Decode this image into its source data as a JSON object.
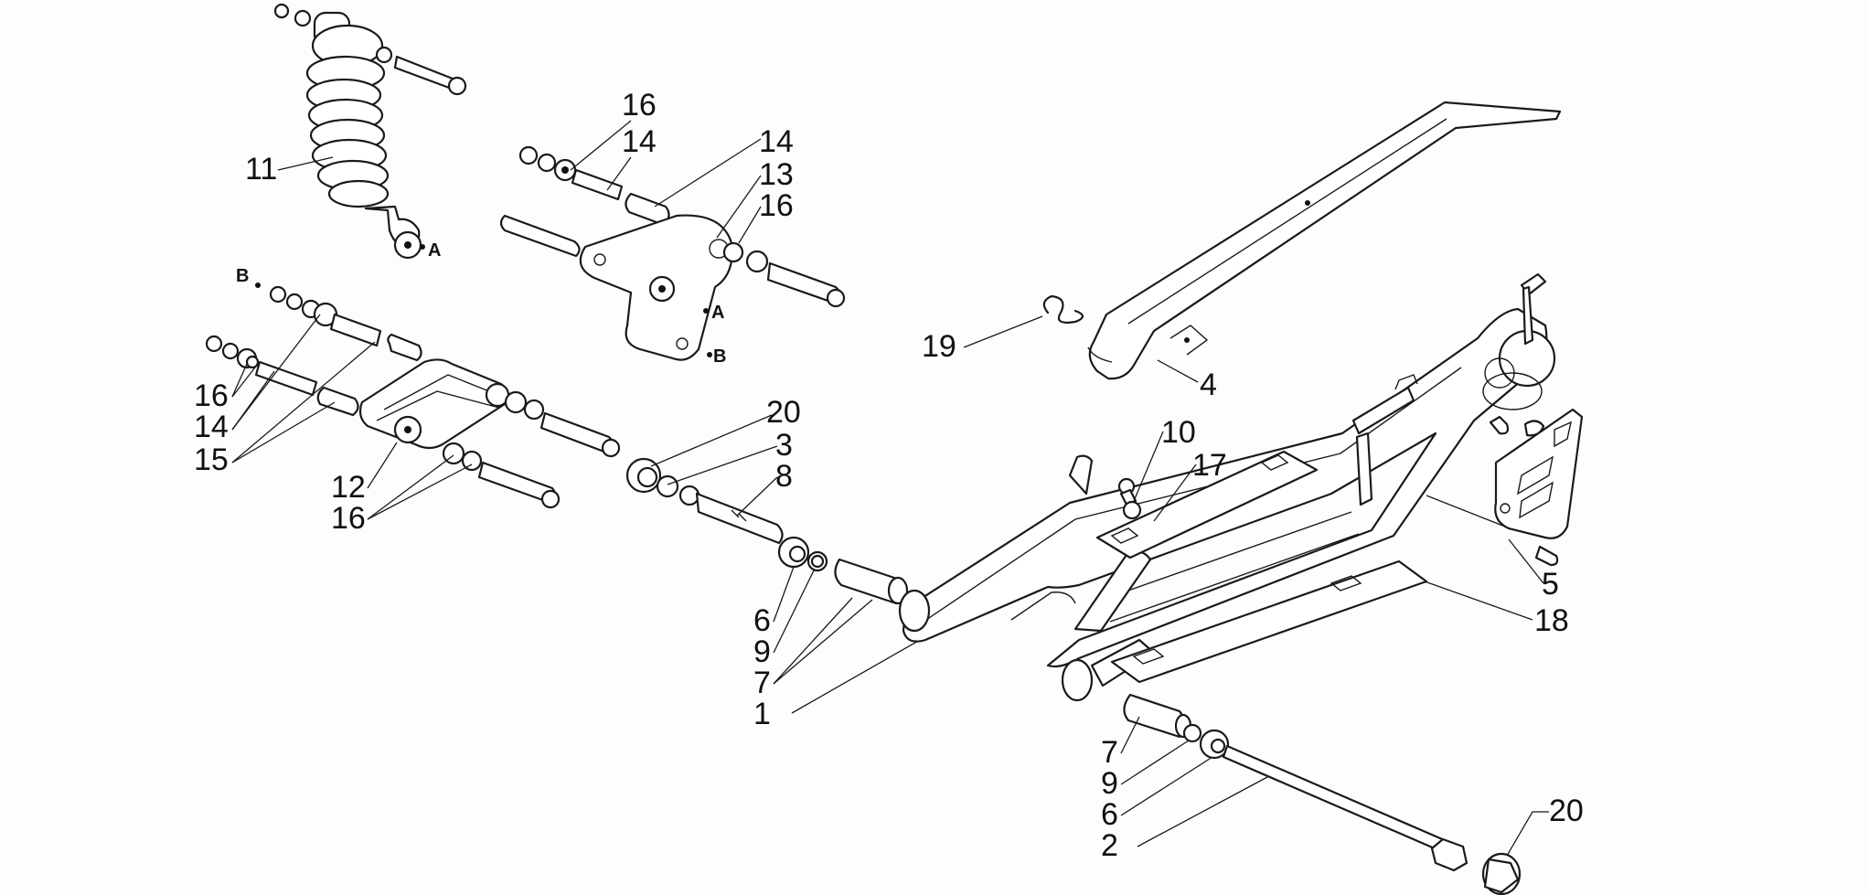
{
  "diagram": {
    "refs": {
      "a": "A",
      "b": "B"
    },
    "labels": {
      "part_1": "1",
      "part_2": "2",
      "part_3": "3",
      "part_4": "4",
      "part_5": "5",
      "part_6a": "6",
      "part_6b": "6",
      "part_7a": "7",
      "part_7b": "7",
      "part_8": "8",
      "part_9a": "9",
      "part_9b": "9",
      "part_10": "10",
      "part_11": "11",
      "part_12": "12",
      "part_13": "13",
      "part_14a": "14",
      "part_14b": "14",
      "part_14c": "14",
      "part_15": "15",
      "part_16a": "16",
      "part_16b": "16",
      "part_16c": "16",
      "part_16d": "16",
      "part_17": "17",
      "part_18": "18",
      "part_19": "19",
      "part_20a": "20",
      "part_20b": "20"
    }
  }
}
